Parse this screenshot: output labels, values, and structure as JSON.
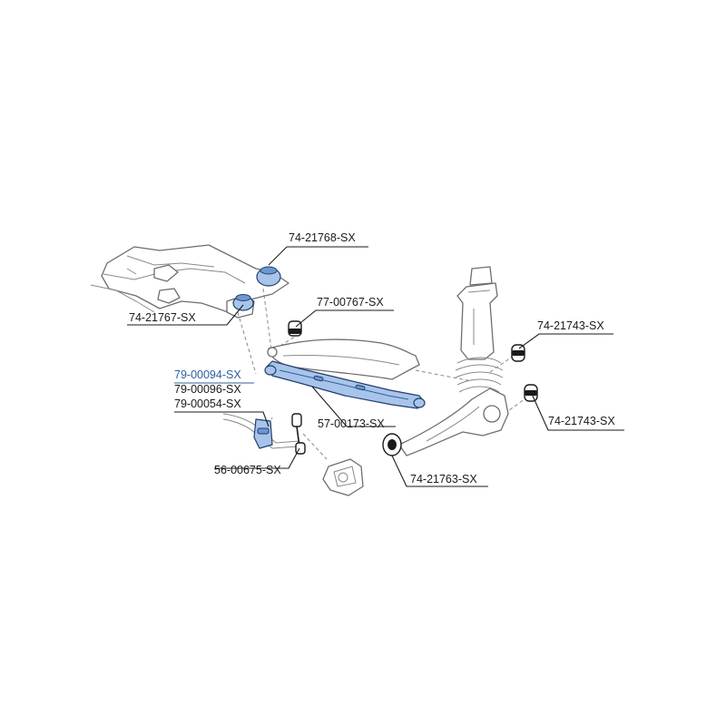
{
  "labels": {
    "top_mount": "74-21768-SX",
    "subframe_mount": "74-21767-SX",
    "upper_arm_bush": "77-00767-SX",
    "knuckle_bush_upper": "74-21743-SX",
    "knuckle_bush_lower": "74-21743-SX",
    "swaybar_bush_1": "79-00094-SX",
    "swaybar_bush_2": "79-00096-SX",
    "swaybar_bush_3": "79-00054-SX",
    "lateral_arm": "57-00173-SX",
    "end_link": "56-00675-SX",
    "trailing_arm_bush": "74-21763-SX"
  },
  "colors": {
    "highlight_part": "#a9c4ea",
    "highlight_outline": "#1f3f6e",
    "highlight_text": "#2f5f9e",
    "label_text": "#1a1a1a",
    "ghost_outline": "#6e6e6e"
  }
}
